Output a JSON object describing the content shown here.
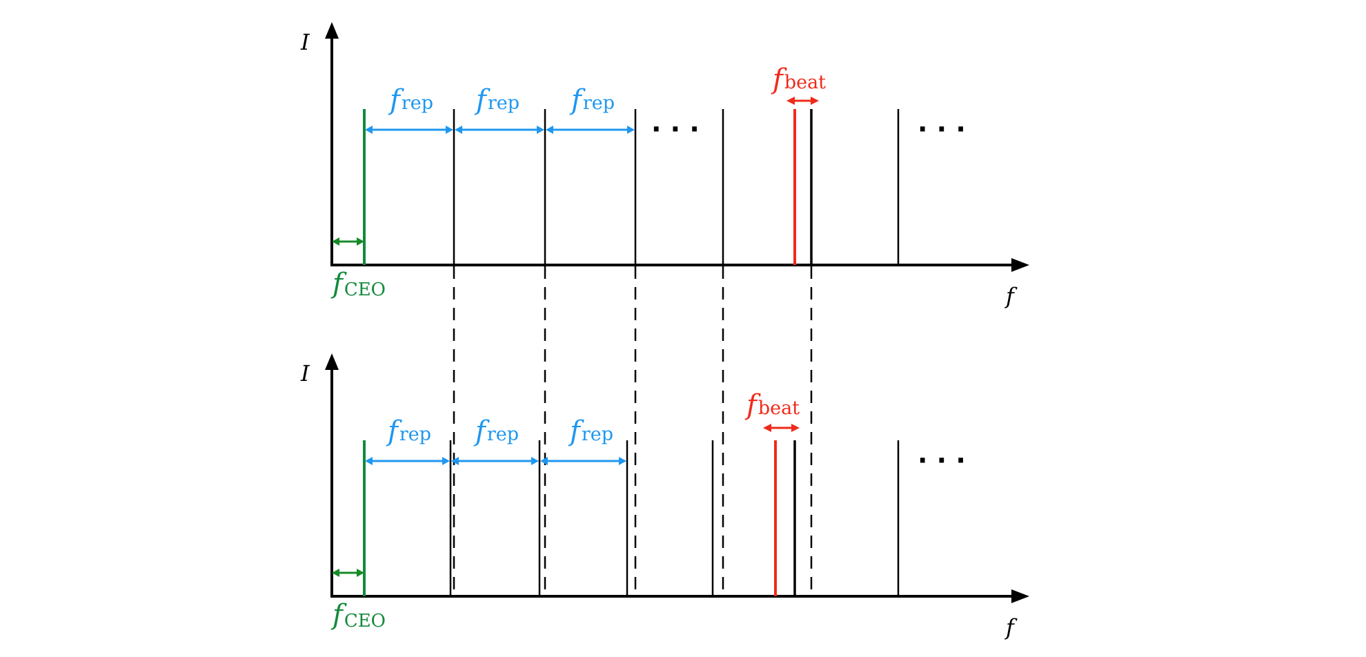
{
  "colors": {
    "axis": "#000000",
    "ceo": "#138a3c",
    "ceo_arrow": "#168a28",
    "rep": "#1f97f0",
    "beat": "#f02a1a",
    "comb_line": "#000000"
  },
  "panels": [
    {
      "id": "top",
      "y_axis_label": "I",
      "x_axis_label": "f",
      "ceo_label": {
        "main": "f",
        "sub": "CEO"
      },
      "rep_labels": [
        {
          "main": "f",
          "sub": "rep"
        },
        {
          "main": "f",
          "sub": "rep"
        },
        {
          "main": "f",
          "sub": "rep"
        }
      ],
      "beat_label": {
        "main": "f",
        "sub": "beat"
      },
      "ellipses": [
        "· · ·",
        "· · ·"
      ]
    },
    {
      "id": "bottom",
      "y_axis_label": "I",
      "x_axis_label": "f",
      "ceo_label": {
        "main": "f",
        "sub": "CEO"
      },
      "rep_labels": [
        {
          "main": "f",
          "sub": "rep"
        },
        {
          "main": "f",
          "sub": "rep"
        },
        {
          "main": "f",
          "sub": "rep"
        }
      ],
      "beat_label": {
        "main": "f",
        "sub": "beat"
      },
      "ellipses": [
        "· · ·"
      ]
    }
  ]
}
